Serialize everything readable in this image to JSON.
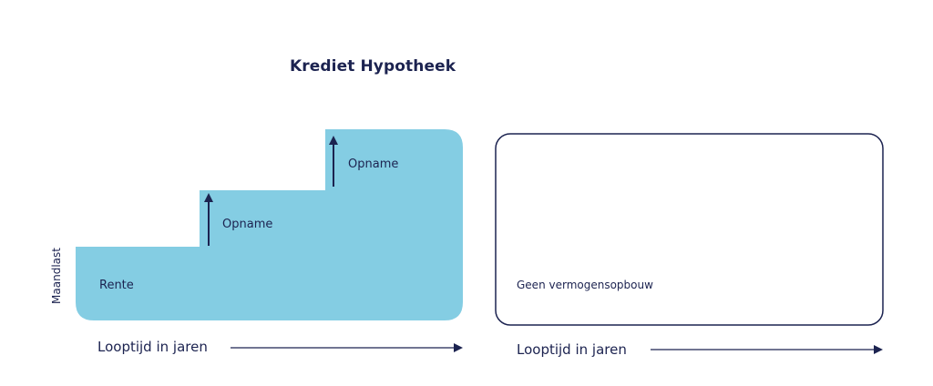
{
  "title": "Krediet Hypotheek",
  "left_panel": {
    "y_axis_label": "Maandlast",
    "base_label": "Rente",
    "step1_label": "Opname",
    "step2_label": "Opname",
    "x_axis_label": "Looptijd in jaren"
  },
  "right_panel": {
    "box_label": "Geen vermogensopbouw",
    "x_axis_label": "Looptijd in jaren"
  },
  "colors": {
    "fill": "#84cde3",
    "ink": "#1c2350"
  }
}
